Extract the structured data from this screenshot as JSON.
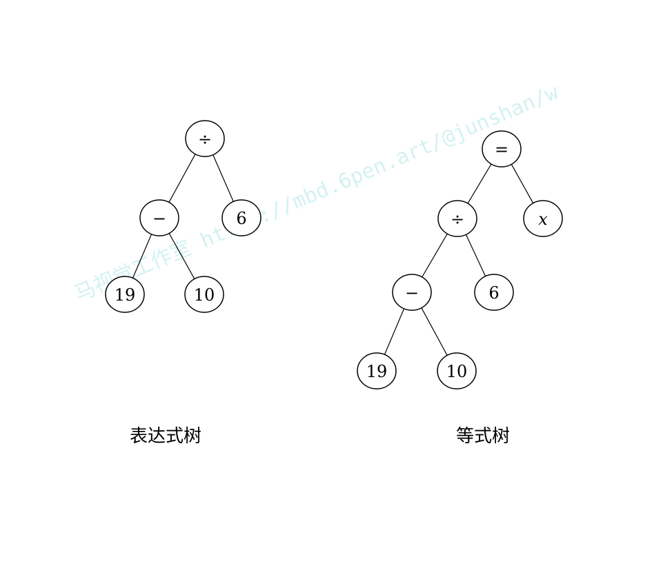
{
  "watermark": "马视觉工作室 https://mbd.6pen.art/@junshan/w",
  "trees": [
    {
      "caption": "表达式树",
      "nodes": [
        {
          "id": "div",
          "label": "÷"
        },
        {
          "id": "minus",
          "label": "−"
        },
        {
          "id": "six",
          "label": "6"
        },
        {
          "id": "nineteen",
          "label": "19"
        },
        {
          "id": "ten",
          "label": "10"
        }
      ],
      "edges": [
        [
          "div",
          "minus"
        ],
        [
          "div",
          "six"
        ],
        [
          "minus",
          "nineteen"
        ],
        [
          "minus",
          "ten"
        ]
      ]
    },
    {
      "caption": "等式树",
      "nodes": [
        {
          "id": "eq",
          "label": "="
        },
        {
          "id": "div",
          "label": "÷"
        },
        {
          "id": "x",
          "label": "x",
          "italic": true
        },
        {
          "id": "minus",
          "label": "−"
        },
        {
          "id": "six",
          "label": "6"
        },
        {
          "id": "nineteen",
          "label": "19"
        },
        {
          "id": "ten",
          "label": "10"
        }
      ],
      "edges": [
        [
          "eq",
          "div"
        ],
        [
          "eq",
          "x"
        ],
        [
          "div",
          "minus"
        ],
        [
          "div",
          "six"
        ],
        [
          "minus",
          "nineteen"
        ],
        [
          "minus",
          "ten"
        ]
      ]
    }
  ]
}
